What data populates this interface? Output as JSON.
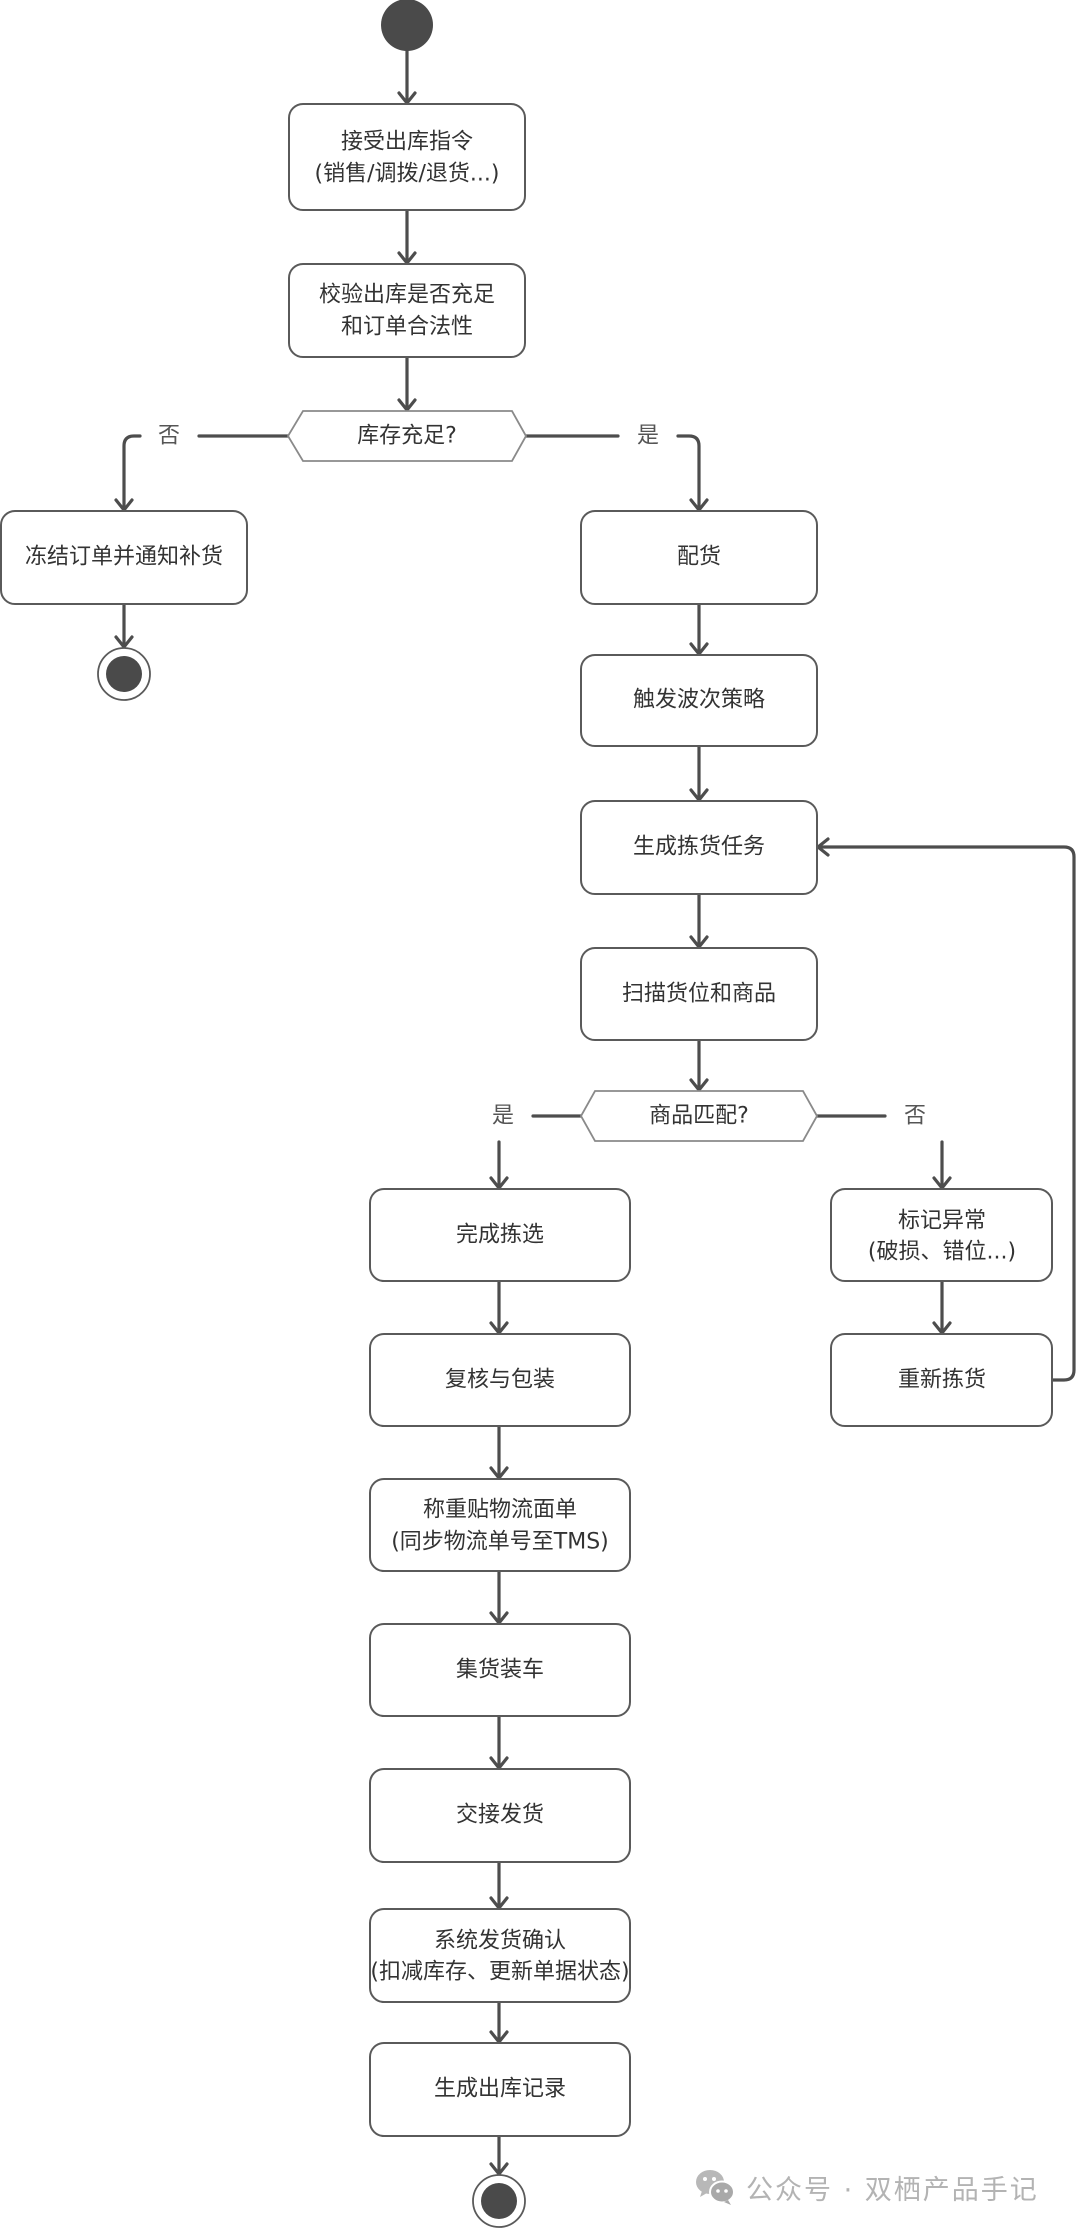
{
  "diagram": {
    "nodes": {
      "receive_order": {
        "lines": [
          "接受出库指令",
          "(销售/调拨/退货...)"
        ]
      },
      "validate": {
        "lines": [
          "校验出库是否充足",
          "和订单合法性"
        ]
      },
      "stock_decision": {
        "lines": [
          "库存充足?"
        ]
      },
      "freeze_order": {
        "lines": [
          "冻结订单并通知补货"
        ]
      },
      "allocate": {
        "lines": [
          "配货"
        ]
      },
      "wave_strategy": {
        "lines": [
          "触发波次策略"
        ]
      },
      "generate_pick_task": {
        "lines": [
          "生成拣货任务"
        ]
      },
      "scan": {
        "lines": [
          "扫描货位和商品"
        ]
      },
      "match_decision": {
        "lines": [
          "商品匹配?"
        ]
      },
      "complete_pick": {
        "lines": [
          "完成拣选"
        ]
      },
      "mark_exception": {
        "lines": [
          "标记异常",
          "(破损、错位...)"
        ]
      },
      "review_pack": {
        "lines": [
          "复核与包装"
        ]
      },
      "repick": {
        "lines": [
          "重新拣货"
        ]
      },
      "weigh_label": {
        "lines": [
          "称重贴物流面单",
          "(同步物流单号至TMS)"
        ]
      },
      "load": {
        "lines": [
          "集货装车"
        ]
      },
      "handover": {
        "lines": [
          "交接发货"
        ]
      },
      "system_confirm": {
        "lines": [
          "系统发货确认",
          "(扣减库存、更新单据状态)"
        ]
      },
      "generate_record": {
        "lines": [
          "生成出库记录"
        ]
      }
    },
    "edge_labels": {
      "stock_no": "否",
      "stock_yes": "是",
      "match_yes": "是",
      "match_no": "否"
    }
  },
  "watermark": {
    "icon": "wechat-icon",
    "text": "公众号 · 双栖产品手记"
  },
  "colors": {
    "line": "#4d4d4d",
    "node_border": "#5a5a5a",
    "text": "#333333",
    "watermark": "#b3b3b3"
  }
}
